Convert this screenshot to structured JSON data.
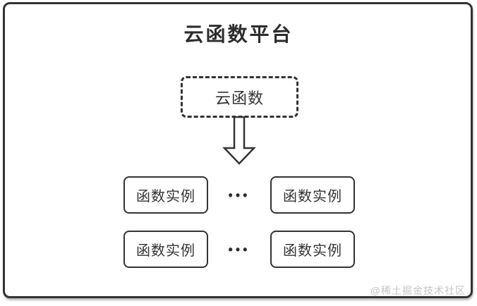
{
  "diagram": {
    "title": "云函数平台",
    "cloud_function": {
      "label": "云函数"
    },
    "arrow": {
      "direction": "down"
    },
    "instance_rows": [
      {
        "left_label": "函数实例",
        "separator": "•••",
        "right_label": "函数实例"
      },
      {
        "left_label": "函数实例",
        "separator": "•••",
        "right_label": "函数实例"
      }
    ],
    "watermark": "@稀土掘金技术社区",
    "colors": {
      "stroke": "#333333",
      "text": "#333333",
      "title_text": "#2d2d2d",
      "watermark_text": "#c4c4c4",
      "background": "#ffffff"
    }
  }
}
